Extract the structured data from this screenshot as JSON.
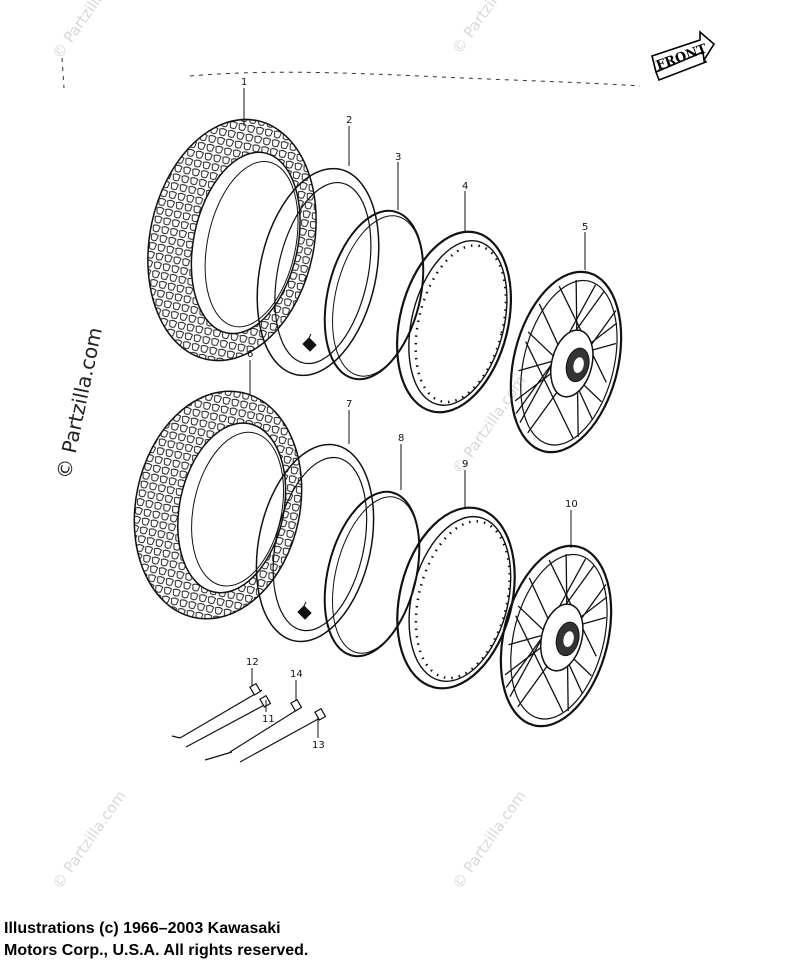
{
  "front_label": "FRONT",
  "callouts": [
    "1",
    "2",
    "3",
    "4",
    "5",
    "6",
    "7",
    "8",
    "9",
    "10",
    "11",
    "12",
    "13",
    "14"
  ],
  "watermark_main": "© Partzilla.com",
  "watermark_faint": "© Partzilla.com",
  "copyright": {
    "line1": "Illustrations (c) 1966–2003 Kawasaki",
    "line2": "Motors Corp., U.S.A.  All rights reserved."
  }
}
